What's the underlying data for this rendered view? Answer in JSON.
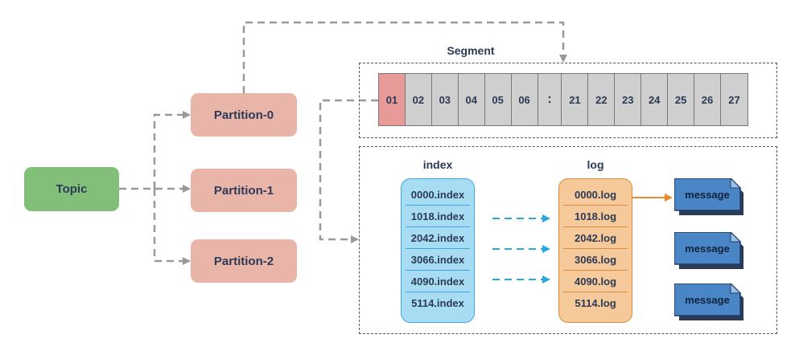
{
  "topic": {
    "label": "Topic"
  },
  "partitions": [
    {
      "label": "Partition-0"
    },
    {
      "label": "Partition-1"
    },
    {
      "label": "Partition-2"
    }
  ],
  "segment": {
    "title": "Segment",
    "cells": [
      "01",
      "02",
      "03",
      "04",
      "05",
      "06",
      ":",
      "21",
      "22",
      "23",
      "24",
      "25",
      "26",
      "27"
    ]
  },
  "index": {
    "title": "index",
    "rows": [
      "0000.index",
      "1018.index",
      "2042.index",
      "3066.index",
      "4090.index",
      "5114.index"
    ]
  },
  "log": {
    "title": "log",
    "rows": [
      "0000.log",
      "1018.log",
      "2042.log",
      "3066.log",
      "4090.log",
      "5114.log"
    ]
  },
  "messages": [
    "message",
    "message",
    "message"
  ],
  "colors": {
    "topic": "#82c07a",
    "partition": "#eab5a9",
    "segment_first": "#e89a98",
    "segment_cell": "#cfcfcf",
    "index": "#a8dcf2",
    "log": "#f6c99a",
    "message": "#4a86c5",
    "index_arrow": "#29a8e0",
    "message_arrow": "#e88a2e",
    "connector": "#999999"
  }
}
